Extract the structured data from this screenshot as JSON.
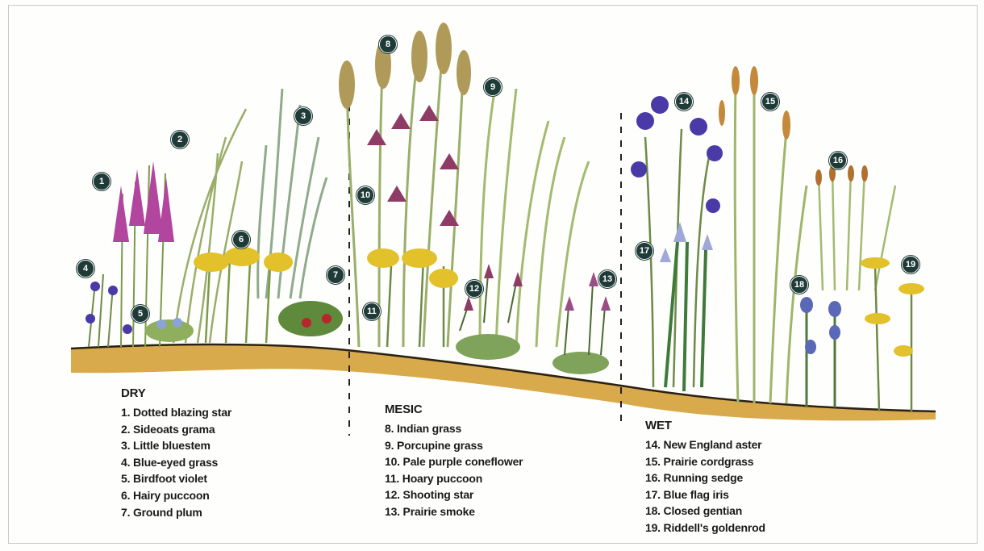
{
  "zones": [
    {
      "heading": "DRY",
      "items": [
        "1. Dotted blazing star",
        "2. Sideoats grama",
        "3. Little bluestem",
        "4. Blue-eyed grass",
        "5. Birdfoot violet",
        "6. Hairy puccoon",
        "7. Ground plum"
      ]
    },
    {
      "heading": "MESIC",
      "items": [
        "8. Indian grass",
        "9. Porcupine grass",
        "10. Pale purple coneflower",
        "11. Hoary puccoon",
        "12. Shooting star",
        "13. Prairie smoke"
      ]
    },
    {
      "heading": "WET",
      "items": [
        "14. New England aster",
        "15. Prairie cordgrass",
        "16. Running sedge",
        "17. Blue flag iris",
        "18. Closed gentian",
        "19. Riddell's goldenrod"
      ]
    }
  ],
  "badges": [
    "1",
    "2",
    "3",
    "4",
    "5",
    "6",
    "7",
    "8",
    "9",
    "10",
    "11",
    "12",
    "13",
    "14",
    "15",
    "16",
    "17",
    "18",
    "19"
  ],
  "colors": {
    "soil": "#d4a64a",
    "soil_edge": "#2b2114",
    "badge": "#1f3b38",
    "grass": "#9fb66a",
    "purple": "#b0459b",
    "violet": "#4a3aa8",
    "yellow": "#e3c12a",
    "coneflower": "#8e3c66"
  }
}
